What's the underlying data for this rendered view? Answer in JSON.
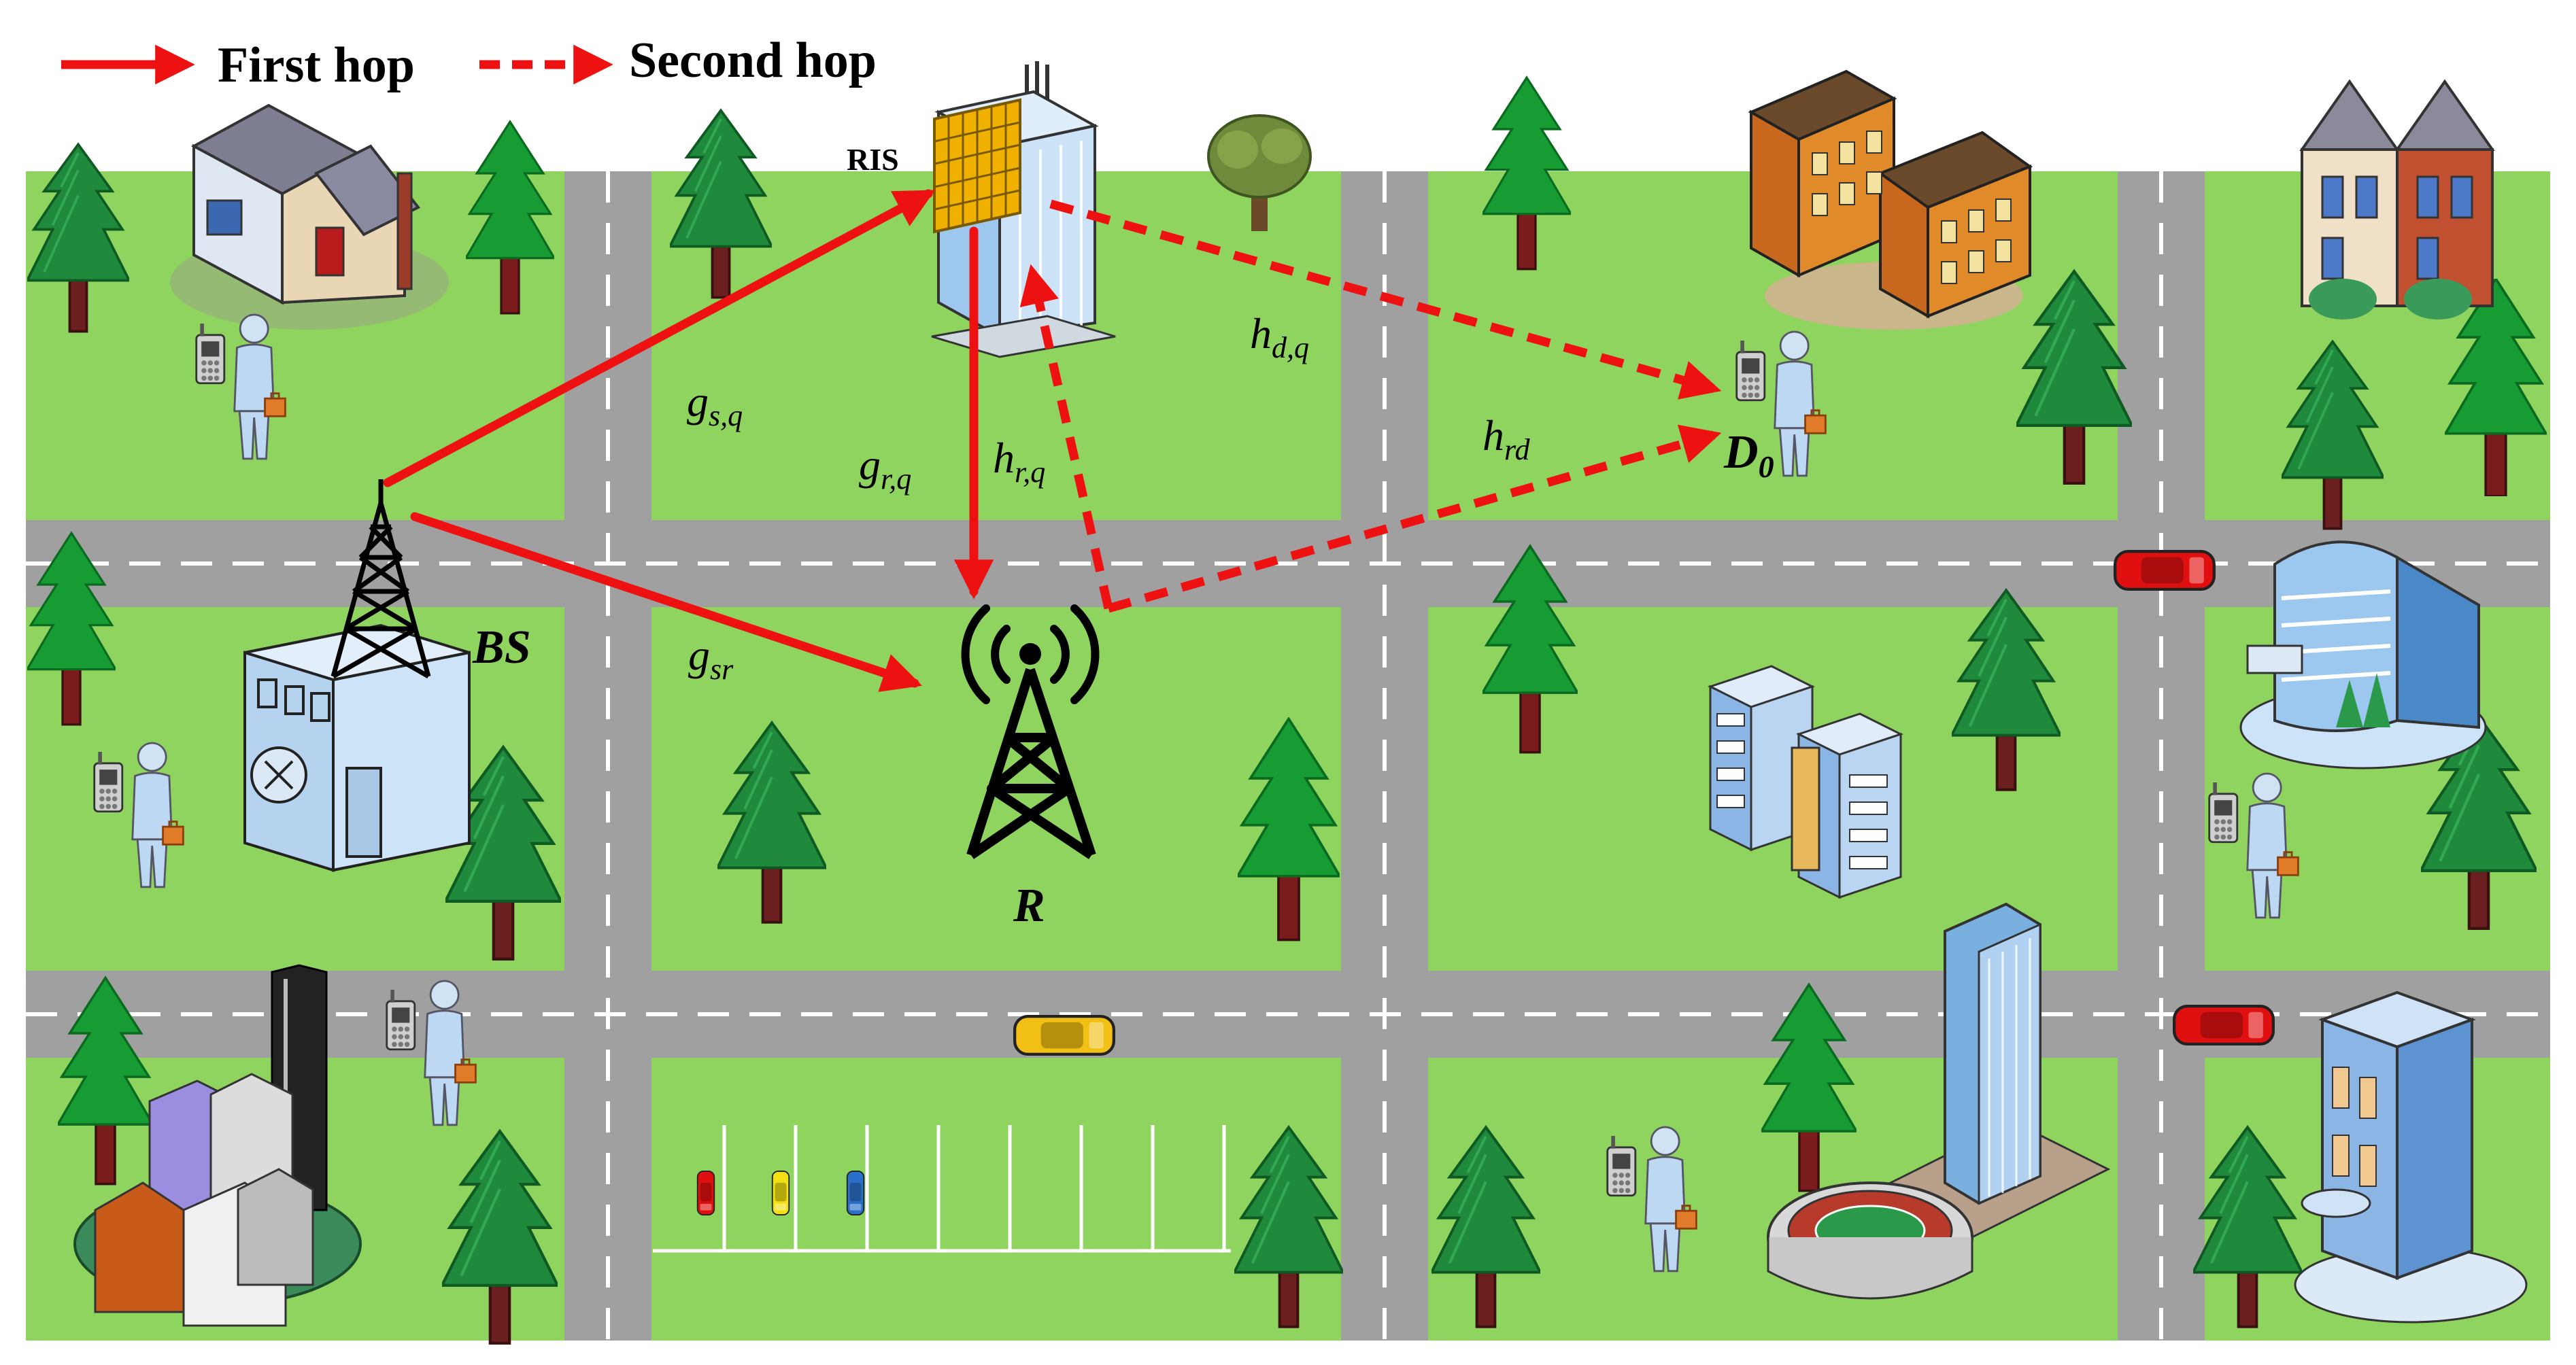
{
  "legend": {
    "first_hop": "First hop",
    "second_hop": "Second hop"
  },
  "nodes": {
    "bs": "BS",
    "ris": "RIS",
    "relay": "R",
    "dest_main": "D",
    "dest_sub": "0"
  },
  "channels": {
    "gsq": {
      "main": "g",
      "sub": "s,q"
    },
    "grq": {
      "main": "g",
      "sub": "r,q"
    },
    "hrq": {
      "main": "h",
      "sub": "r,q"
    },
    "hdq": {
      "main": "h",
      "sub": "d,q"
    },
    "hrd": {
      "main": "h",
      "sub": "rd"
    },
    "gsr": {
      "main": "g",
      "sub": "sr"
    }
  },
  "colors": {
    "link": "#ee1111",
    "grass": "#8fd45e",
    "road": "#a0a0a0",
    "tree": "#1f8a3c"
  },
  "icons": {
    "base_station": "base-station-icon",
    "ris": "ris-building-icon",
    "relay": "relay-antenna-icon",
    "user": "user-with-phone-icon",
    "tree": "tree-icon",
    "car": "car-icon"
  }
}
